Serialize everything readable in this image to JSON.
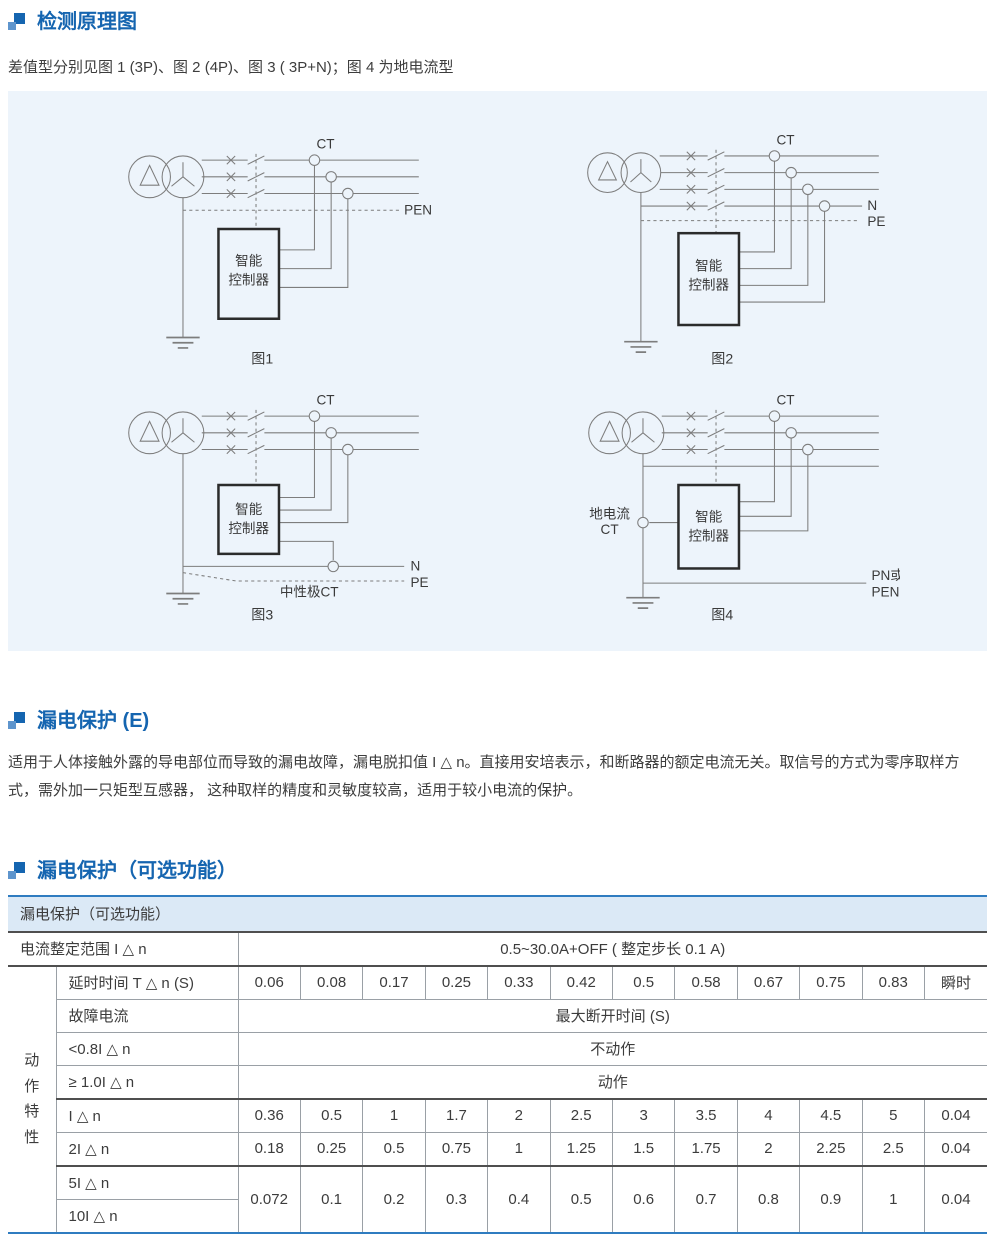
{
  "detection": {
    "title": "检测原理图",
    "subtitle": "差值型分别见图 1 (3P)、图 2 (4P)、图 3 ( 3P+N)；图 4 为地电流型"
  },
  "figures": {
    "ct": "CT",
    "controller1": "智能",
    "controller2": "控制器",
    "fig1": {
      "caption": "图1",
      "pen": "PEN"
    },
    "fig2": {
      "caption": "图2",
      "n": "N",
      "pe": "PE"
    },
    "fig3": {
      "caption": "图3",
      "n": "N",
      "pe": "PE",
      "neutral_ct": "中性极CT"
    },
    "fig4": {
      "caption": "图4",
      "ground_ct_1": "地电流",
      "ground_ct_2": "CT",
      "right_1": "PN或",
      "right_2": "PEN"
    }
  },
  "leakage_e": {
    "title": "漏电保护 (E)",
    "paragraph": "适用于人体接触外露的导电部位而导致的漏电故障，漏电脱扣值 I △ n。直接用安培表示，和断路器的额定电流无关。取信号的方式为零序取样方式，需外加一只矩型互感器， 这种取样的精度和灵敏度较高，适用于较小电流的保护。"
  },
  "optional": {
    "title": "漏电保护（可选功能）"
  },
  "leak_table": {
    "header": "漏电保护（可选功能）",
    "range_label": "电流整定范围 I △ n",
    "range_value": "0.5~30.0A+OFF ( 整定步长 0.1 A)",
    "group_label": "动作特性",
    "delay_label": "延时时间 T △ n (S)",
    "delay_values": [
      "0.06",
      "0.08",
      "0.17",
      "0.25",
      "0.33",
      "0.42",
      "0.5",
      "0.58",
      "0.67",
      "0.75",
      "0.83",
      "瞬时"
    ],
    "fault_label": "故障电流",
    "fault_value": "最大断开时间 (S)",
    "lt_label": "<0.8I △ n",
    "lt_value": "不动作",
    "ge_label": "≥ 1.0I △ n",
    "ge_value": "动作",
    "i1_label": "I △ n",
    "i1_values": [
      "0.36",
      "0.5",
      "1",
      "1.7",
      "2",
      "2.5",
      "3",
      "3.5",
      "4",
      "4.5",
      "5",
      "0.04"
    ],
    "i2_label": "2I △ n",
    "i2_values": [
      "0.18",
      "0.25",
      "0.5",
      "0.75",
      "1",
      "1.25",
      "1.5",
      "1.75",
      "2",
      "2.25",
      "2.5",
      "0.04"
    ],
    "i5_label": "5I △ n",
    "i10_label": "10I △ n",
    "i5_10_values": [
      "0.072",
      "0.1",
      "0.2",
      "0.3",
      "0.4",
      "0.5",
      "0.6",
      "0.7",
      "0.8",
      "0.9",
      "1",
      "0.04"
    ]
  },
  "colors": {
    "accent": "#1565b0",
    "accent_light": "#5e95cd",
    "panel_bg": "#edf4fb",
    "table_accent_border": "#2f7cc0",
    "table_header_bg": "#dbe9f6"
  }
}
